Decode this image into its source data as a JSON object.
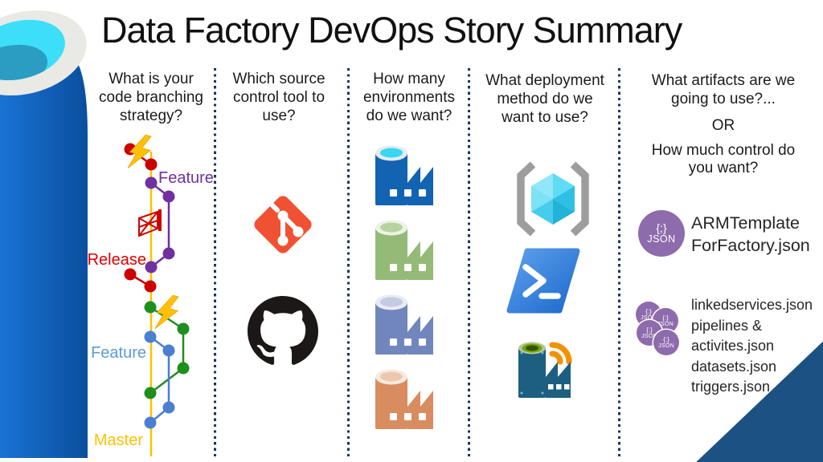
{
  "title": "Data Factory DevOps Story Summary",
  "columns": {
    "branching": {
      "question": "What is your\ncode branching\nstrategy?"
    },
    "source_control": {
      "question": "Which source\ncontrol tool to\nuse?"
    },
    "environments": {
      "question": "How many\nenvironments\ndo we want?"
    },
    "deployment": {
      "question": "What deployment\nmethod do we\nwant to use?"
    },
    "artifacts": {
      "question1": "What artifacts are we\ngoing to use?...",
      "or": "OR",
      "question2": "How much control do\nyou want?"
    }
  },
  "git_graph": {
    "labels": [
      {
        "text": "Feature",
        "color": "#7030a0"
      },
      {
        "text": "Release",
        "color": "#dd0000"
      },
      {
        "text": "Feature",
        "color": "#5b9bd5"
      },
      {
        "text": "Master",
        "color": "#ffc000"
      }
    ],
    "trunk_color": "#ffc000",
    "branch_colors": {
      "release": "#cc0000",
      "feature_purple": "#7030a0",
      "feature_blue": "#4a7fd2",
      "develop_green": "#1d8f1d"
    }
  },
  "source_control_tools": [
    {
      "name": "git"
    },
    {
      "name": "github"
    }
  ],
  "environments": [
    {
      "name": "environment-blue",
      "body": "#1263b2",
      "rim": "#e3ecf1",
      "top": "#38d8f0"
    },
    {
      "name": "environment-green",
      "body": "#94ba77",
      "rim": "#edf2e6",
      "top": "#b9d3a0"
    },
    {
      "name": "environment-slate",
      "body": "#7186bd",
      "rim": "#e8ebf4",
      "top": "#c2cbdf"
    },
    {
      "name": "environment-orange",
      "body": "#d98c5f",
      "rim": "#f7eadf",
      "top": "#eec8ae"
    }
  ],
  "deployment_methods": [
    {
      "name": "arm-template"
    },
    {
      "name": "powershell"
    },
    {
      "name": "adf-trigger"
    }
  ],
  "artifacts": {
    "badge_large": {
      "braces": "{;}",
      "label": "JSON"
    },
    "badge_small": {
      "braces": "{:}",
      "label": "JSON"
    },
    "arm_template_file": "ARMTemplate\nForFactory.json",
    "files": [
      "linkedservices.json",
      "pipelines &",
      "activites.json",
      "datasets.json",
      "triggers.json"
    ]
  },
  "colors": {
    "separator": "#17375e",
    "corner_triangle": "#1b5183",
    "title_text": "#111111"
  }
}
